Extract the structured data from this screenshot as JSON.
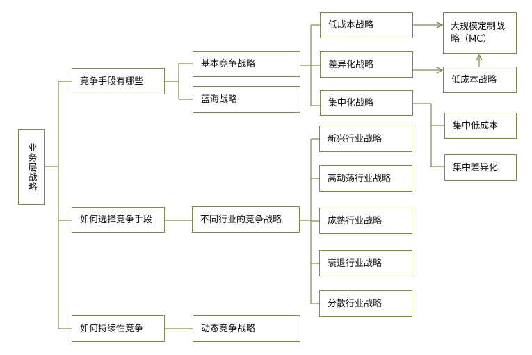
{
  "diagram": {
    "root": "业务层战略",
    "level1": {
      "competitive_means": "竞争手段有哪些",
      "choose_means": "如何选择竞争手段",
      "sustain_competition": "如何持续性竞争"
    },
    "level2": {
      "basic_strategy": "基本竞争战略",
      "blue_ocean": "蓝海战略",
      "industry_strategy": "不同行业的竞争战略",
      "dynamic_strategy": "动态竞争战略"
    },
    "basic_children": {
      "low_cost": "低成本战略",
      "differentiation": "差异化战略",
      "focus": "集中化战略"
    },
    "industry_children": {
      "emerging": "新兴行业战略",
      "turbulent": "高动荡行业战略",
      "mature": "成熟行业战略",
      "declining": "衰退行业战略",
      "fragmented": "分散行业战略"
    },
    "right_column": {
      "mass_customization": "大规模定制战略（MC）",
      "low_cost_2": "低成本战略",
      "focus_low_cost": "集中低成本",
      "focus_differentiation": "集中差异化"
    }
  }
}
